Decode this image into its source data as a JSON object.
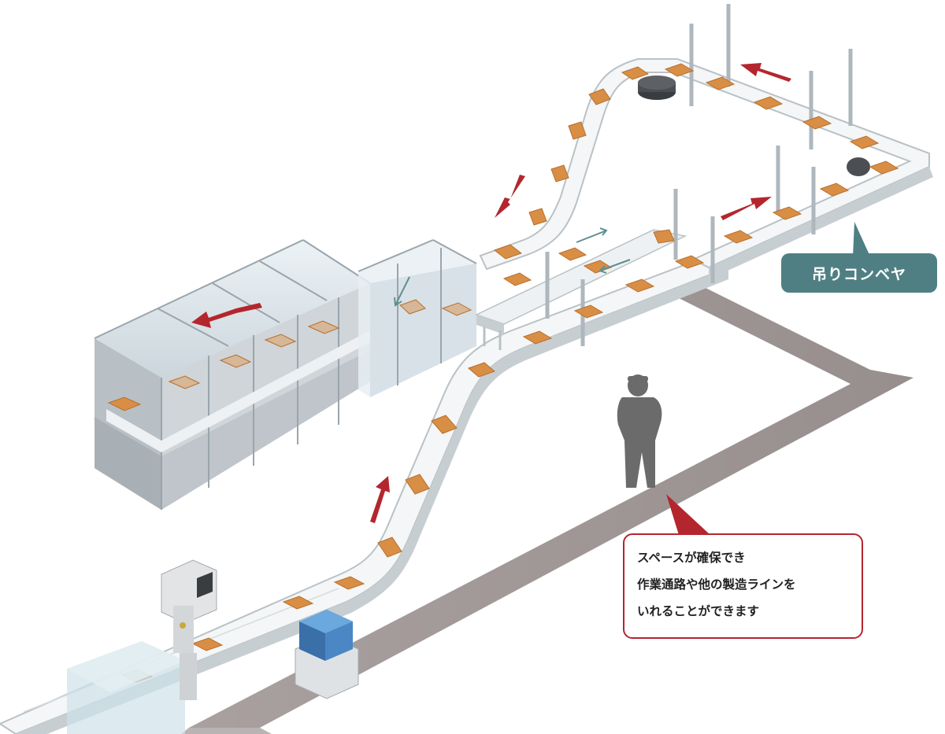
{
  "labels": {
    "conveyor": "吊りコンベヤ",
    "space_note": [
      "スペースが確保でき",
      "作業通路や他の製造ラインを",
      "いれることができます"
    ]
  },
  "colors": {
    "arrow": "#b4262e",
    "label_bg": "#4f7f83",
    "box": "#d98e45",
    "belt": "#f3f5f5",
    "enclosure": "#c9d8e0",
    "shadow": "#8a8080"
  }
}
